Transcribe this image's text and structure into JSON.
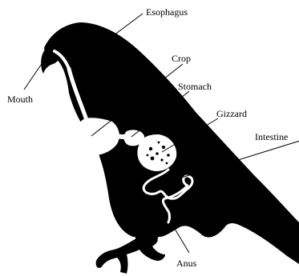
{
  "labels": {
    "esophagus": "Esophagus",
    "crop": "Crop",
    "stomach": "Stomach",
    "gizzard": "Gizzard",
    "intestine": "Intestine",
    "mouth": "Mouth",
    "anus": "Anus"
  },
  "colors": {
    "silhouette": "#000000",
    "tract": "#ffffff",
    "background": "#ffffff"
  }
}
